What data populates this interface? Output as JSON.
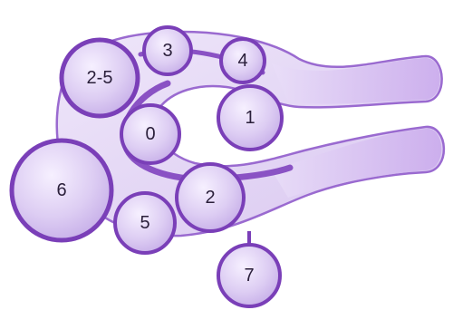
{
  "diagram": {
    "nodes": {
      "n25": "2-5",
      "n3": "3",
      "n4": "4",
      "n0": "0",
      "n1": "1",
      "n6": "6",
      "n2": "2",
      "n5": "5",
      "n7": "7"
    }
  },
  "colors": {
    "fill_light": "#e6dcf4",
    "fill_mid": "#cdb7ea",
    "stroke": "#8a52c4",
    "stroke_dark": "#7a3fb8",
    "text": "#2a1f3a"
  }
}
